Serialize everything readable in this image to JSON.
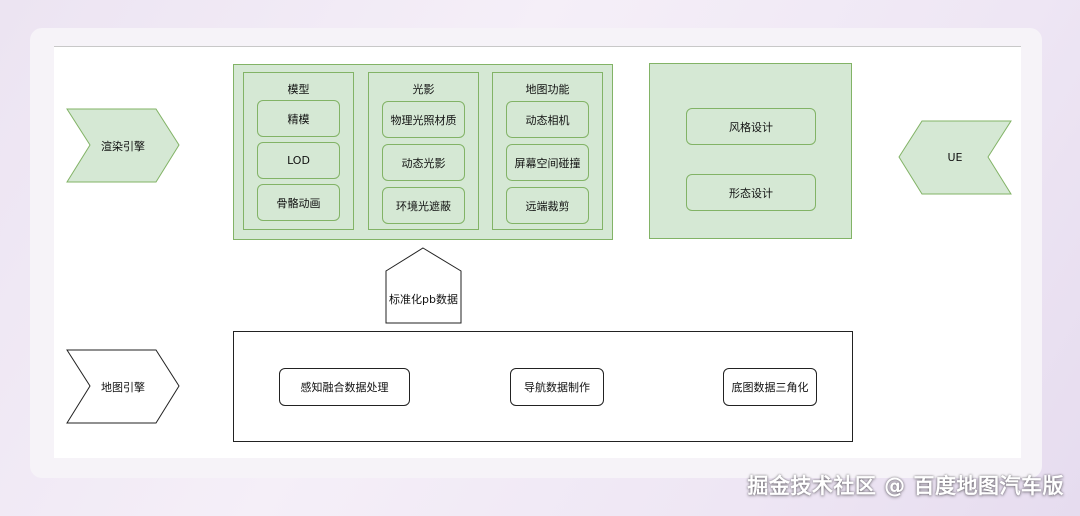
{
  "diagram": {
    "left_labels": {
      "render_engine": "渲染引擎",
      "map_engine": "地图引擎"
    },
    "right_label": "UE",
    "model_column": {
      "title": "模型",
      "items": [
        "精模",
        "LOD",
        "骨骼动画"
      ]
    },
    "light_column": {
      "title": "光影",
      "items": [
        "物理光照材质",
        "动态光影",
        "环境光遮蔽"
      ]
    },
    "map_column": {
      "title": "地图功能",
      "items": [
        "动态相机",
        "屏幕空间碰撞",
        "远端裁剪"
      ]
    },
    "design_panel": {
      "items": [
        "风格设计",
        "形态设计"
      ]
    },
    "connector_label": "标准化pb数据",
    "data_panel": {
      "items": [
        "感知融合数据处理",
        "导航数据制作",
        "底图数据三角化"
      ]
    }
  },
  "watermark": "掘金技术社区 @ 百度地图汽车版",
  "colors": {
    "green_fill": "#d5e8d4",
    "green_stroke": "#82b366"
  }
}
